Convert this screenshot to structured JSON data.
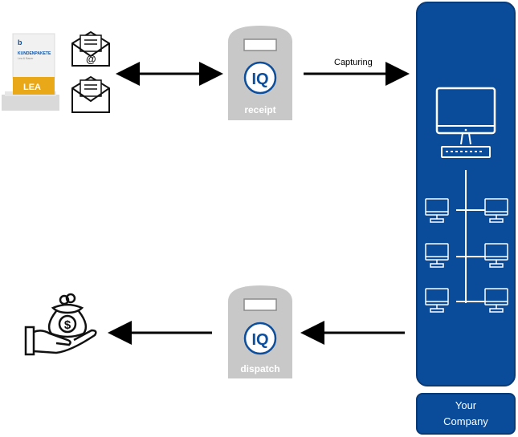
{
  "product_box": {
    "brand": "KUNDENPAKETE",
    "subbrand": "Lea & Bauer",
    "name": "LEA"
  },
  "nodes": {
    "receipt_label": "receipt",
    "dispatch_label": "dispatch",
    "logo_text": "IQ"
  },
  "flow": {
    "capturing_label": "Capturing"
  },
  "company": {
    "line1": "Your",
    "line2": "Company"
  },
  "wallet": {
    "symbol": "$"
  },
  "email": {
    "at_symbol": "@"
  },
  "colors": {
    "company_blue": "#0b4c9a",
    "node_gray": "#c8c8c8",
    "logo_blue": "#0d4f9c",
    "product_gold": "#e8a817"
  }
}
